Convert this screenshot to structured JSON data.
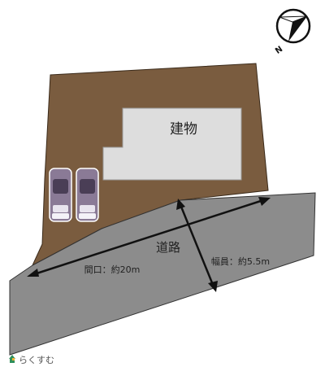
{
  "map": {
    "building_label": "建物",
    "road_label": "道路",
    "frontage_label": "間口：約20m",
    "road_width_label": "幅員：約5.5m",
    "compass_label": "N"
  },
  "branding": {
    "logo_text": "らくすむ"
  },
  "icons": {
    "compass": "north-arrow-icon",
    "car": "car-icon",
    "logo": "house-logo-icon"
  },
  "colors": {
    "lot": "#7a5c3f",
    "building": "#dddddd",
    "road": "#8c8c8c",
    "car": "#8a7a96",
    "outline": "#333333"
  }
}
